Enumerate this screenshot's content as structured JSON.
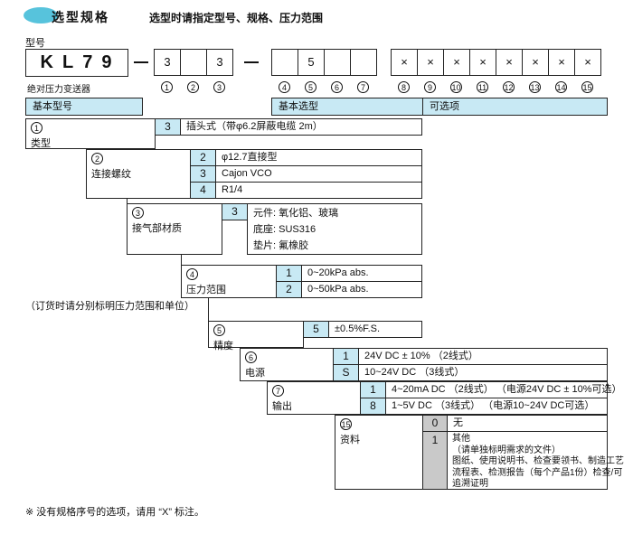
{
  "colors": {
    "accent": "#c8e9f4",
    "badge": "#57c3dc",
    "gray": "#c9c9c9"
  },
  "header": {
    "title": "选型规格",
    "subtitle": "选型时请指定型号、规格、压力范围"
  },
  "model": {
    "field_label": "型号",
    "series_code": "KL79",
    "series_caption": "绝对压力变送器",
    "boxes": [
      {
        "value": "3"
      },
      {
        "value": ""
      },
      {
        "value": "3"
      },
      {
        "value": ""
      },
      {
        "value": "5"
      },
      {
        "value": ""
      },
      {
        "value": ""
      },
      {
        "value": "×"
      },
      {
        "value": "×"
      },
      {
        "value": "×"
      },
      {
        "value": "×"
      },
      {
        "value": "×"
      },
      {
        "value": "×"
      },
      {
        "value": "×"
      },
      {
        "value": "×"
      }
    ],
    "position_numbers": [
      "1",
      "2",
      "3",
      "4",
      "5",
      "6",
      "7",
      "8",
      "9",
      "10",
      "11",
      "12",
      "13",
      "14",
      "15"
    ]
  },
  "table": {
    "col_basic_model": "基本型号",
    "col_basic_selection": "基本选型",
    "col_options": "可选项",
    "order_note": "（订货时请分别标明压力范围和单位）",
    "groups": [
      {
        "num": "1",
        "name": "类型",
        "rows": [
          {
            "code": "3",
            "desc": "插头式（带φ6.2屏蔽电缆 2m）"
          }
        ]
      },
      {
        "num": "2",
        "name": "连接螺纹",
        "rows": [
          {
            "code": "2",
            "desc": "φ12.7直接型"
          },
          {
            "code": "3",
            "desc": "Cajon VCO"
          },
          {
            "code": "4",
            "desc": "R1/4"
          }
        ]
      },
      {
        "num": "3",
        "name": "接气部材质",
        "rows": [
          {
            "code": "3",
            "desc_lines": [
              "元件: 氧化铝、玻璃",
              "底座: SUS316",
              "垫片: 氟橡胶"
            ]
          }
        ]
      },
      {
        "num": "4",
        "name": "压力范围",
        "rows": [
          {
            "code": "1",
            "desc": "0~20kPa abs."
          },
          {
            "code": "2",
            "desc": "0~50kPa abs."
          }
        ]
      },
      {
        "num": "5",
        "name": "精度",
        "rows": [
          {
            "code": "5",
            "desc": "±0.5%F.S."
          }
        ]
      },
      {
        "num": "6",
        "name": "电源",
        "rows": [
          {
            "code": "1",
            "desc": "24V DC ± 10% （2线式）"
          },
          {
            "code": "S",
            "desc": "10~24V DC （3线式）"
          }
        ]
      },
      {
        "num": "7",
        "name": "输出",
        "rows": [
          {
            "code": "1",
            "desc": "4~20mA DC （2线式） （电源24V DC ± 10%可选）"
          },
          {
            "code": "8",
            "desc": "1~5V DC （3线式） （电源10~24V DC可选）"
          }
        ]
      },
      {
        "num": "15",
        "name": "资料",
        "rows": [
          {
            "code": "0",
            "desc": "无"
          },
          {
            "code": "1",
            "desc_lines": [
              "其他",
              "（请单独标明需求的文件）",
              "图纸、使用说明书、检查要领书、制造工艺",
              "流程表、检测报告（每个产品1份）检查/可",
              "追溯证明"
            ]
          }
        ]
      }
    ]
  },
  "footnote": "※ 没有规格序号的选项，请用 “X” 标注。"
}
